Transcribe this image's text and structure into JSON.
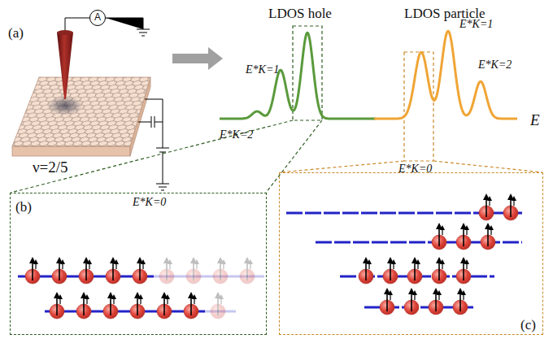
{
  "diagram": {
    "nodes": [
      {
        "text": [
          "A"
        ]
      },
      {
        "text": [
          "(b)",
          "E*K=0"
        ]
      },
      {
        "text": [
          "(c)"
        ]
      }
    ],
    "labels": [
      "(a)",
      "ν=2/5",
      "LDOS hole",
      "LDOS particle",
      "E*K=1",
      "E*K=2",
      "E*K=1",
      "E*K=2",
      "E*K=0",
      "E"
    ]
  }
}
